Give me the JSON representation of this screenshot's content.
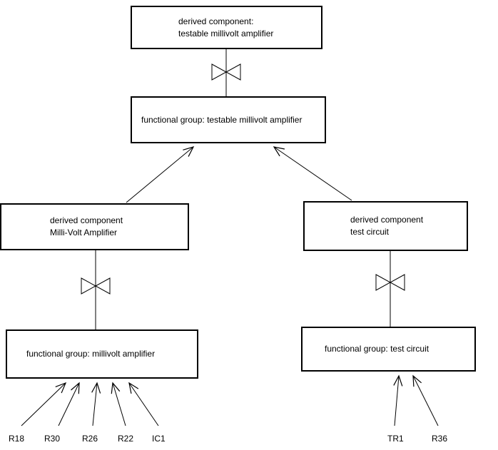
{
  "diagram": {
    "nodes": {
      "top_derived": {
        "line1": "derived component:",
        "line2": "testable millivolt amplifier"
      },
      "top_functional": {
        "label": "functional group: testable millivolt amplifier"
      },
      "left_derived": {
        "line1": "derived component",
        "line2": "Milli-Volt Amplifier"
      },
      "left_functional": {
        "label": "functional group: millivolt amplifier"
      },
      "right_derived": {
        "line1": "derived component",
        "line2": "test circuit"
      },
      "right_functional": {
        "label": "functional group: test circuit"
      }
    },
    "leaves": {
      "left": [
        "R18",
        "R30",
        "R26",
        "R22",
        "IC1"
      ],
      "right": [
        "TR1",
        "R36"
      ]
    },
    "symbols": {
      "bowtie": "bowtie-transformation-symbol",
      "arrow": "open-arrowhead"
    },
    "colors": {
      "background": "#ffffff",
      "box_fill": "#ffffff",
      "box_border": "#000000",
      "line": "#000000",
      "text": "#000000"
    }
  }
}
